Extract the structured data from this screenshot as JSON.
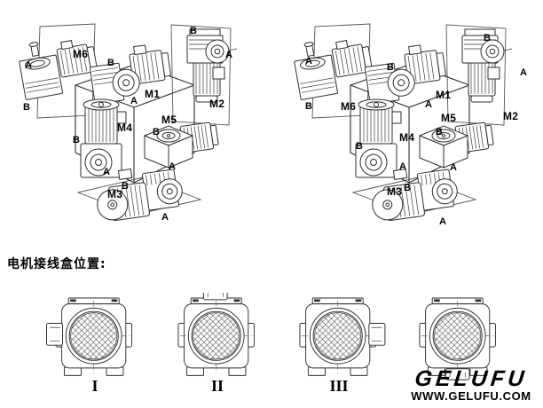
{
  "canvas": {
    "background": "#ffffff",
    "ink": "#000000"
  },
  "mounting_diagram": {
    "position_labels": {
      "m1": "M1",
      "m2": "M2",
      "m3": "M3",
      "m4": "M4",
      "m5": "M5",
      "m6": "M6"
    },
    "side_a": "A",
    "side_b": "B"
  },
  "junction_section": {
    "heading": "电机接线盒位置:",
    "position_labels": [
      "I",
      "II",
      "III"
    ]
  },
  "logo": {
    "brand": "GELUFU",
    "website": "WWW.GELUFU.COM"
  }
}
